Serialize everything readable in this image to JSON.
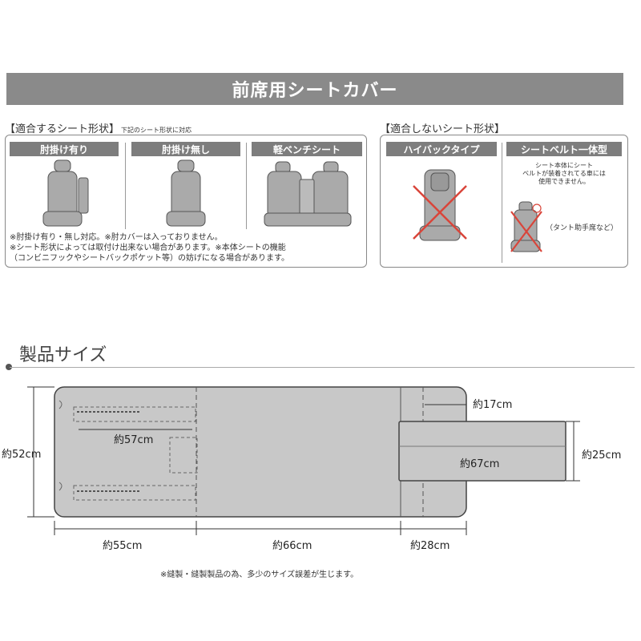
{
  "title": "前席用シートカバー",
  "compatible": {
    "label": "【適合するシート形状】",
    "sublabel": "下記のシート形状に対応",
    "panels": [
      "肘掛け有り",
      "肘掛け無し",
      "軽ベンチシート"
    ],
    "notes": [
      "※肘掛け有り・無し対応。※肘カバーは入っておりません。",
      "※シート形状によっては取付け出来ない場合があります。※本体シートの機能",
      "（コンビニフックやシートバックポケット等）の妨げになる場合があります。"
    ]
  },
  "incompatible": {
    "label": "【適合しないシート形状】",
    "panels": [
      "ハイバックタイプ",
      "シートベルト一体型"
    ],
    "belt_note": [
      "シート本体にシート",
      "ベルトが装着されてる車には",
      "使用できません。"
    ],
    "example": "（タント助手席など）"
  },
  "size": {
    "heading": "製品サイズ",
    "dims": {
      "height": "約52cm",
      "w_left": "約55cm",
      "w_mid": "約66cm",
      "w_right": "約28cm",
      "inner": "約57cm",
      "flap_w": "約67cm",
      "flap_h": "約25cm",
      "tab": "約17cm"
    },
    "footnote": "※縫製・縫製製品の為、多少のサイズ誤差が生じます。"
  }
}
